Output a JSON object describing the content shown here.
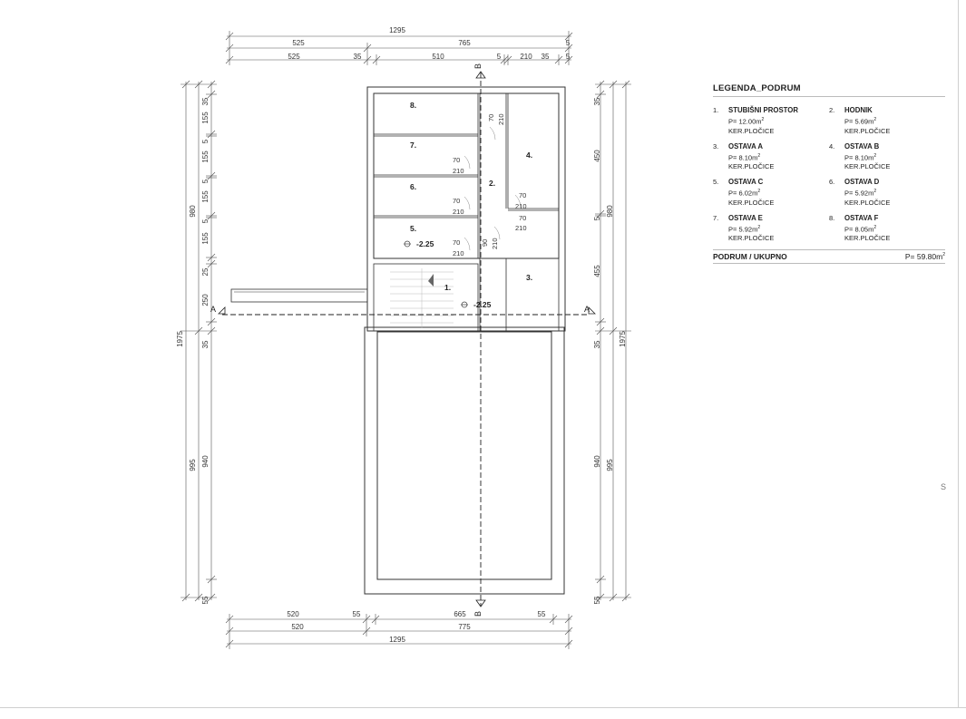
{
  "legend": {
    "title": "LEGENDA_PODRUM",
    "rooms": [
      {
        "num": "1.",
        "name": "STUBIŠNI PROSTOR",
        "area": "P= 12.00m",
        "finish": "KER.PLOČICE"
      },
      {
        "num": "2.",
        "name": "HODNIK",
        "area": "P= 5.69m",
        "finish": "KER.PLOČICE"
      },
      {
        "num": "3.",
        "name": "OSTAVA A",
        "area": "P= 8.10m",
        "finish": "KER.PLOČICE"
      },
      {
        "num": "4.",
        "name": "OSTAVA B",
        "area": "P= 8.10m",
        "finish": "KER.PLOČICE"
      },
      {
        "num": "5.",
        "name": "OSTAVA C",
        "area": "P= 6.02m",
        "finish": "KER.PLOČICE"
      },
      {
        "num": "6.",
        "name": "OSTAVA D",
        "area": "P= 5.92m",
        "finish": "KER.PLOČICE"
      },
      {
        "num": "7.",
        "name": "OSTAVA E",
        "area": "P= 5.92m",
        "finish": "KER.PLOČICE"
      },
      {
        "num": "8.",
        "name": "OSTAVA F",
        "area": "P= 8.05m",
        "finish": "KER.PLOČICE"
      }
    ],
    "area_unit_sup": "2",
    "total_label": "PODRUM / UKUPNO",
    "total_value": "P= 59.80m"
  },
  "plan": {
    "top_dims": {
      "overall": "1295",
      "a": "525",
      "b": "765",
      "c": "5",
      "d": "525",
      "e": "35",
      "f": "510",
      "g": "5",
      "h": "210",
      "i": "35",
      "j": "5"
    },
    "bottom_dims": {
      "a": "520",
      "b": "55",
      "c": "665",
      "d": "55",
      "e": "520",
      "f": "775",
      "overall": "1295"
    },
    "left_dims": {
      "overall": "1975",
      "upper": "980",
      "lower": "995",
      "d1": "35",
      "d2": "155",
      "d3": "5",
      "d4": "155",
      "d5": "5",
      "d6": "155",
      "d7": "5",
      "d8": "155",
      "d9": "25",
      "d10": "250",
      "d11": "35",
      "d12": "940",
      "d13": "55"
    },
    "right_dims": {
      "overall": "1975",
      "upper": "980",
      "lower": "995",
      "r1": "35",
      "r2": "450",
      "r3": "5",
      "r4": "455",
      "r5": "35",
      "r6": "940",
      "r7": "55"
    },
    "section_a": "A",
    "section_b": "B",
    "room_labels": [
      "1.",
      "2.",
      "3.",
      "4.",
      "5.",
      "6.",
      "7.",
      "8."
    ],
    "level_1": "-2.25",
    "level_2": "-2.25",
    "door_w": "70",
    "door_h": "210",
    "door_w2": "90"
  },
  "corner_mark": "S"
}
